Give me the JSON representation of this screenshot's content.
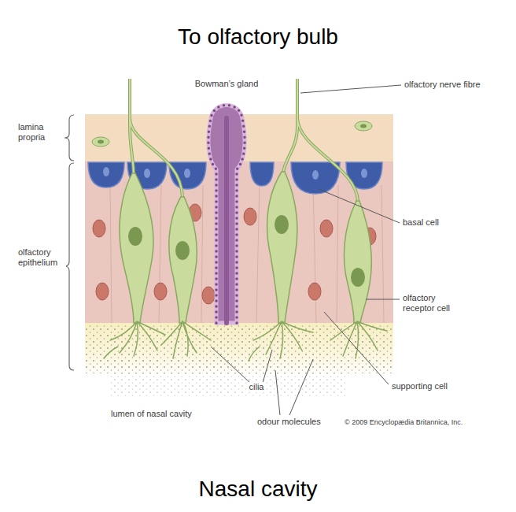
{
  "diagram": {
    "labels": [
      "To olfactory bulb",
      "Bowman’s gland",
      "olfactory nerve fibre",
      "lamina propria",
      "olfactory epithelium",
      "basal cell",
      "olfactory receptor cell",
      "supporting cell",
      "cilia",
      "lumen of nasal cavity",
      "odour molecules",
      "© 2009 Encyclopædia Britannica, Inc.",
      "Nasal cavity"
    ]
  }
}
